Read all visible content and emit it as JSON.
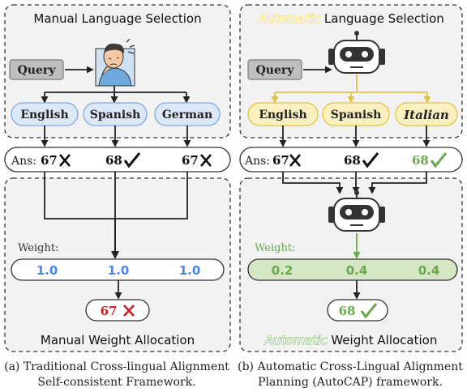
{
  "left_panel": {
    "title": "Manual Language Selection",
    "query": "Query",
    "languages": [
      "English",
      "Spanish",
      "German"
    ],
    "answers_label": "Ans:",
    "answers": [
      "67",
      "68",
      "67"
    ],
    "answer_marks": [
      "cross",
      "check",
      "cross"
    ],
    "weight_label": "Weight:",
    "weights": [
      "1.0",
      "1.0",
      "1.0"
    ],
    "final_answer": "67",
    "final_mark": "cross",
    "bottom_title": "Manual Weight Allocation",
    "caption_line1": "(a) Traditional Cross-lingual Alignment",
    "caption_line2": "Self-consistent Framework."
  },
  "right_panel": {
    "title_highlight": "Automatic",
    "title_rest": "Language Selection",
    "query": "Query",
    "languages": [
      "English",
      "Spanish",
      "Italian"
    ],
    "answers_label": "Ans:",
    "answers": [
      "67",
      "68",
      "68"
    ],
    "answer_marks": [
      "cross",
      "check",
      "check"
    ],
    "weight_label": "Weight:",
    "weights": [
      "0.2",
      "0.4",
      "0.4"
    ],
    "final_answer": "68",
    "final_mark": "check",
    "bottom_highlight": "Automatic",
    "bottom_rest": "Weight Allocation",
    "caption_line1": "(b) Automatic Cross-Lingual Alignment",
    "caption_line2": "Planning (AutoCAP) framework."
  },
  "colors": {
    "panel_fill": "#f2f2f2",
    "blue_pill": "#dbe8f8",
    "blue_pill_border": "#7fa7e0",
    "blue_weight": "#4a86e8",
    "yellow_pill": "#fbf0bf",
    "yellow_border": "#e0c440",
    "yellow_text": "#f5cf2a",
    "green": "#6aa84f",
    "green_fill": "#d5e6c4",
    "red": "#cc2222"
  },
  "icons": [
    "confused-person-icon",
    "robot-icon",
    "check-icon",
    "cross-icon"
  ]
}
